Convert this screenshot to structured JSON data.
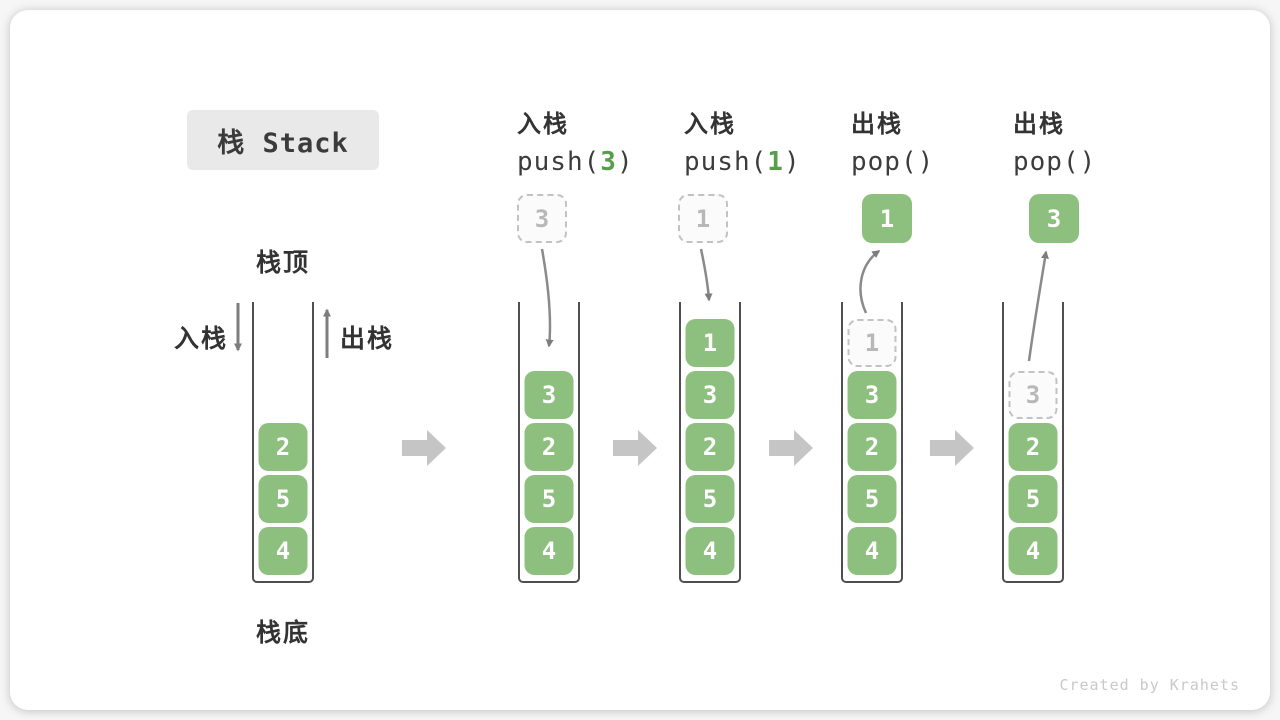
{
  "title": {
    "label": "栈 Stack"
  },
  "labels": {
    "stack_top": "栈顶",
    "stack_bottom": "栈底",
    "push_side": "入栈",
    "pop_side": "出栈"
  },
  "operations": [
    {
      "name": "入栈",
      "code_pre": "push(",
      "code_arg": "3",
      "code_post": ")"
    },
    {
      "name": "入栈",
      "code_pre": "push(",
      "code_arg": "1",
      "code_post": ")"
    },
    {
      "name": "出栈",
      "code_pre": "pop(",
      "code_arg": "",
      "code_post": ")"
    },
    {
      "name": "出栈",
      "code_pre": "pop(",
      "code_arg": "",
      "code_post": ")"
    }
  ],
  "stages": [
    {
      "blocks": [
        "2",
        "5",
        "4"
      ]
    },
    {
      "incoming": "3",
      "blocks": [
        "3",
        "2",
        "5",
        "4"
      ]
    },
    {
      "incoming": "1",
      "blocks": [
        "1",
        "3",
        "2",
        "5",
        "4"
      ]
    },
    {
      "outgoing": "1",
      "ghost": "1",
      "blocks": [
        "3",
        "2",
        "5",
        "4"
      ]
    },
    {
      "outgoing": "3",
      "ghost": "3",
      "blocks": [
        "2",
        "5",
        "4"
      ]
    }
  ],
  "footer": {
    "credit": "Created by Krahets"
  },
  "colors": {
    "block_green": "#8dc07e",
    "code_arg_green": "#569e49",
    "ghost_border": "#c2c2c2",
    "ghost_text": "#b8b8b8",
    "wall_gray": "#4f4f4f",
    "arrow_gray": "#7d7d7d",
    "stage_arrow_gray": "#c5c5c5",
    "title_bg": "#e9e9e9",
    "text_dark": "#3c3c3c",
    "credit_gray": "#c9c9c9"
  }
}
